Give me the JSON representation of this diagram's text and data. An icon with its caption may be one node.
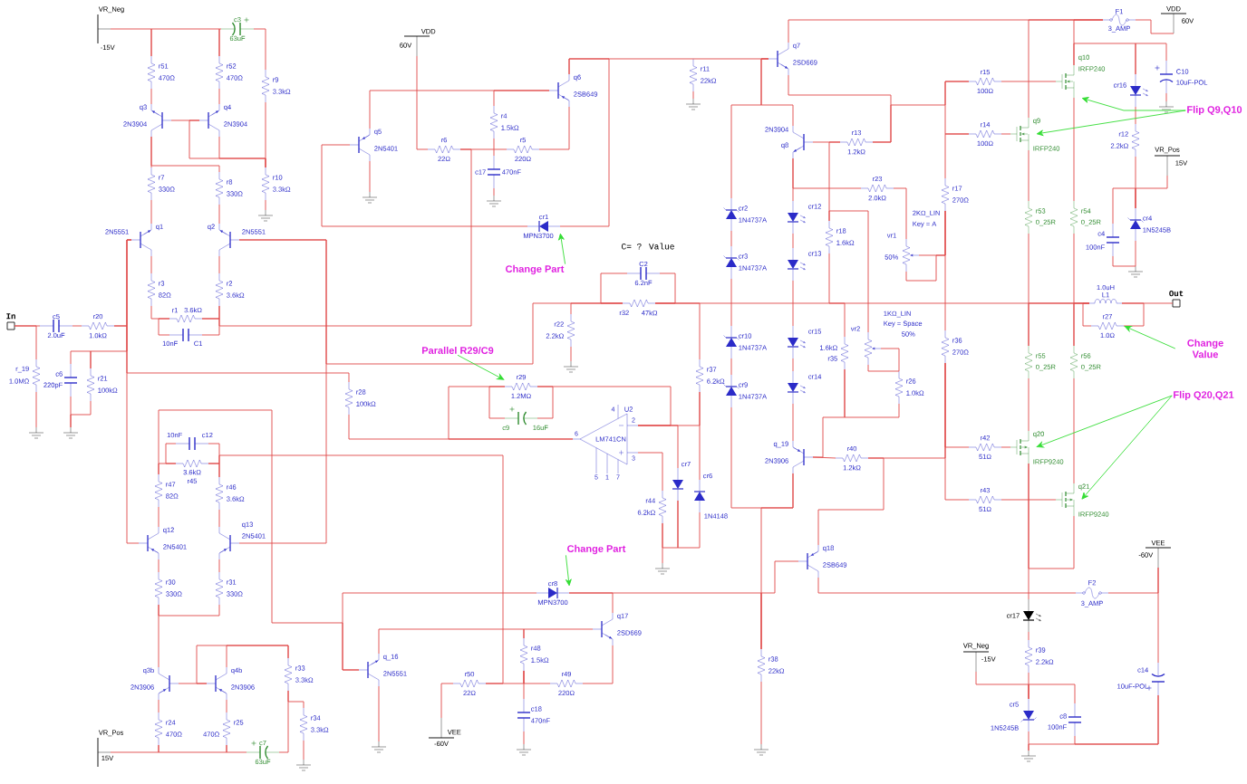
{
  "diagram": {
    "nodes": [
      {
        "text": [
          "VR_Neg",
          "-15V"
        ]
      },
      {
        "text": [
          "c3",
          "63uF"
        ]
      },
      {
        "text": [
          "r51",
          "470Ω"
        ]
      },
      {
        "text": [
          "r52",
          "470Ω"
        ]
      },
      {
        "text": [
          "r9",
          "3.3kΩ"
        ]
      },
      {
        "text": [
          "q3",
          "2N3904"
        ]
      },
      {
        "text": [
          "q4",
          "2N3904"
        ]
      },
      {
        "text": [
          "r7",
          "330Ω"
        ]
      },
      {
        "text": [
          "r8",
          "330Ω"
        ]
      },
      {
        "text": [
          "r10",
          "3.3kΩ"
        ]
      },
      {
        "text": [],
        "shape": "ground"
      },
      {
        "text": [
          "q1",
          "2N5551"
        ]
      },
      {
        "text": [
          "q2",
          "2N5551"
        ]
      },
      {
        "text": [
          "r3",
          "82Ω"
        ]
      },
      {
        "text": [
          "r2",
          "3.6kΩ"
        ]
      },
      {
        "text": [
          "r1",
          "3.6kΩ"
        ]
      },
      {
        "text": [
          "10nF",
          "C1"
        ]
      },
      {
        "text": [
          "In"
        ]
      },
      {
        "text": [
          "c5",
          "2.0uF"
        ]
      },
      {
        "text": [
          "r20",
          "1.0kΩ"
        ]
      },
      {
        "text": [
          "r_19",
          "1.0MΩ"
        ]
      },
      {
        "text": [
          "c6",
          "220pF"
        ]
      },
      {
        "text": [
          "r21",
          "100kΩ"
        ]
      },
      {
        "text": [],
        "shape": "ground"
      },
      {
        "text": [],
        "shape": "ground"
      },
      {
        "text": [
          "VDD",
          "60V"
        ]
      },
      {
        "text": [
          "q5",
          "2N5401"
        ]
      },
      {
        "text": [],
        "shape": "ground"
      },
      {
        "text": [
          "q6",
          "2SB649"
        ]
      },
      {
        "text": [
          "r6",
          "22Ω"
        ]
      },
      {
        "text": [
          "r4",
          "1.5kΩ"
        ]
      },
      {
        "text": [
          "r5",
          "220Ω"
        ]
      },
      {
        "text": [
          "c17",
          "470nF"
        ]
      },
      {
        "text": [],
        "shape": "ground"
      },
      {
        "text": [
          "cr1",
          "MPN3700"
        ]
      },
      {
        "text": [
          "Change Part"
        ]
      },
      {
        "text": [
          "r11",
          "22kΩ"
        ]
      },
      {
        "text": [],
        "shape": "ground"
      },
      {
        "text": [
          "q7",
          "2SD669"
        ]
      },
      {
        "text": [
          "C2",
          "6.2nF"
        ]
      },
      {
        "text": [
          "r32",
          "47kΩ"
        ]
      },
      {
        "text": [
          "r22",
          "2.2kΩ"
        ]
      },
      {
        "text": [],
        "shape": "ground"
      },
      {
        "text": [
          "r37",
          "6.2kΩ"
        ]
      },
      {
        "text": [
          "Parallel R29/C9"
        ]
      },
      {
        "text": [
          "r29",
          "1.2MΩ"
        ]
      },
      {
        "text": [
          "c9",
          "16uF"
        ]
      },
      {
        "text": [
          "U2",
          "LM741CN"
        ],
        "beside": [
          "4",
          "2",
          "6",
          "3",
          "5",
          "1",
          "7"
        ]
      },
      {
        "text": [
          "r44",
          "6.2kΩ"
        ]
      },
      {
        "text": [
          "cr7"
        ]
      },
      {
        "text": [
          "cr6",
          "1N4148"
        ]
      },
      {
        "text": [],
        "shape": "ground"
      },
      {
        "text": [
          "r28",
          "100kΩ"
        ]
      },
      {
        "text": [
          "10nF",
          "c12"
        ]
      },
      {
        "text": [
          "3.6kΩ",
          "r45"
        ]
      },
      {
        "text": [
          "r47",
          "82Ω"
        ]
      },
      {
        "text": [
          "r46",
          "3.6kΩ"
        ]
      },
      {
        "text": [
          "q12",
          "2N5401"
        ]
      },
      {
        "text": [
          "q13",
          "2N5401"
        ]
      },
      {
        "text": [
          "r30",
          "330Ω"
        ]
      },
      {
        "text": [
          "r31",
          "330Ω"
        ]
      },
      {
        "text": [
          "q3b",
          "2N3906"
        ]
      },
      {
        "text": [
          "q4b",
          "2N3906"
        ]
      },
      {
        "text": [
          "r24",
          "470Ω"
        ]
      },
      {
        "text": [
          "r25",
          "470Ω"
        ]
      },
      {
        "text": [
          "r33",
          "3.3kΩ"
        ]
      },
      {
        "text": [
          "r34",
          "3.3kΩ"
        ]
      },
      {
        "text": [],
        "shape": "ground"
      },
      {
        "text": [
          "c7",
          "63uF"
        ]
      },
      {
        "text": [
          "VR_Pos",
          "15V"
        ]
      },
      {
        "text": [
          "q_16",
          "2N5551"
        ]
      },
      {
        "text": [],
        "shape": "ground"
      },
      {
        "text": [
          "Change Part"
        ]
      },
      {
        "text": [
          "cr8",
          "MPN3700"
        ]
      },
      {
        "text": [
          "q17",
          "2SD669"
        ]
      },
      {
        "text": [
          "r48",
          "1.5kΩ"
        ]
      },
      {
        "text": [
          "r50",
          "22Ω"
        ]
      },
      {
        "text": [
          "r49",
          "220Ω"
        ]
      },
      {
        "text": [
          "c18",
          "470nF"
        ]
      },
      {
        "text": [],
        "shape": "ground"
      },
      {
        "text": [
          "VEE",
          "-60V"
        ]
      },
      {
        "text": [
          "r38",
          "22kΩ"
        ]
      },
      {
        "text": [],
        "shape": "ground"
      },
      {
        "text": [
          "2N3904",
          "q8"
        ]
      },
      {
        "text": [
          "cr2",
          "1N4737A"
        ]
      },
      {
        "text": [
          "cr3",
          "1N4737A"
        ]
      },
      {
        "text": [
          "cr10",
          "1N4737A"
        ]
      },
      {
        "text": [
          "cr9",
          "1N4737A"
        ]
      },
      {
        "text": [
          "cr12"
        ]
      },
      {
        "text": [
          "cr13"
        ]
      },
      {
        "text": [
          "cr15"
        ]
      },
      {
        "text": [
          "cr14"
        ]
      },
      {
        "text": [
          "r13",
          "1.2kΩ"
        ]
      },
      {
        "text": [
          "r23",
          "2.0kΩ"
        ]
      },
      {
        "text": [
          "r18",
          "1.6kΩ"
        ]
      },
      {
        "text": [
          "vr1",
          "50%",
          "2KΩ_LIN",
          "Key = A"
        ]
      },
      {
        "text": [
          "r17",
          "270Ω"
        ]
      },
      {
        "text": [
          "1.6kΩ",
          "r35"
        ]
      },
      {
        "text": [
          "vr2",
          "1KΩ_LIN",
          "Key = Space",
          "50%"
        ]
      },
      {
        "text": [
          "r26",
          "1.0kΩ"
        ]
      },
      {
        "text": [
          "r36",
          "270Ω"
        ]
      },
      {
        "text": [
          "q_19",
          "2N3906"
        ]
      },
      {
        "text": [
          "r40",
          "1.2kΩ"
        ]
      },
      {
        "text": [
          "q18",
          "2SB649"
        ]
      },
      {
        "text": [
          "F1",
          "3_AMP"
        ]
      },
      {
        "text": [
          "VDD",
          "60V"
        ]
      },
      {
        "text": [
          "r15",
          "100Ω"
        ]
      },
      {
        "text": [
          "q10",
          "IRFP240"
        ]
      },
      {
        "text": [
          "r14",
          "100Ω"
        ]
      },
      {
        "text": [
          "q9",
          "IRFP240"
        ]
      },
      {
        "text": [
          "cr16"
        ]
      },
      {
        "text": [
          "C10",
          "10uF-POL"
        ]
      },
      {
        "text": [],
        "shape": "ground"
      },
      {
        "text": [
          "Flip Q9,Q10"
        ]
      },
      {
        "text": [
          "r12",
          "2.2kΩ"
        ]
      },
      {
        "text": [
          "VR_Pos",
          "15V"
        ]
      },
      {
        "text": [
          "r53",
          "0_25R"
        ]
      },
      {
        "text": [
          "r54",
          "0_25R"
        ]
      },
      {
        "text": [
          "c4",
          "100nF"
        ]
      },
      {
        "text": [
          "cr4",
          "1N5245B"
        ]
      },
      {
        "text": [],
        "shape": "ground"
      },
      {
        "text": [
          "1.0uH",
          "L1"
        ]
      },
      {
        "text": [
          "r27",
          "1.0Ω"
        ]
      },
      {
        "text": [
          "Out"
        ]
      },
      {
        "text": [
          "Change Value"
        ]
      },
      {
        "text": [
          "r55",
          "0_25R"
        ]
      },
      {
        "text": [
          "r56",
          "0_25R"
        ]
      },
      {
        "text": [
          "Flip Q20,Q21"
        ]
      },
      {
        "text": [
          "r42",
          "51Ω"
        ]
      },
      {
        "text": [
          "q20",
          "IRFP9240"
        ]
      },
      {
        "text": [
          "r43",
          "51Ω"
        ]
      },
      {
        "text": [
          "q21",
          "IRFP9240"
        ]
      },
      {
        "text": [
          "VEE",
          "-60V"
        ]
      },
      {
        "text": [
          "F2",
          "3_AMP"
        ]
      },
      {
        "text": [
          "cr17"
        ]
      },
      {
        "text": [
          "VR_Neg",
          "-15V"
        ]
      },
      {
        "text": [
          "r39",
          "2.2kΩ"
        ]
      },
      {
        "text": [
          "cr5",
          "1N5245B"
        ]
      },
      {
        "text": [
          "c8",
          "100nF"
        ]
      },
      {
        "text": [
          "c14",
          "10uF-POL"
        ]
      },
      {
        "text": [],
        "shape": "ground"
      }
    ],
    "edges": [
      {
        "from": 0,
        "to": 2,
        "arrow": "none"
      },
      {
        "from": 2,
        "to": 3,
        "arrow": "none"
      },
      {
        "from": 3,
        "to": 1,
        "arrow": "none"
      },
      {
        "from": 1,
        "to": 4,
        "arrow": "none"
      },
      {
        "from": 4,
        "to": 9,
        "arrow": "none"
      },
      {
        "from": 9,
        "to": 10,
        "arrow": "none"
      },
      {
        "from": 2,
        "to": 5,
        "arrow": "none"
      },
      {
        "from": 3,
        "to": 6,
        "arrow": "none"
      },
      {
        "from": 5,
        "to": 6,
        "arrow": "none"
      },
      {
        "from": 6,
        "to": 9,
        "arrow": "none"
      },
      {
        "from": 6,
        "to": 9,
        "arrow": "none"
      },
      {
        "from": 5,
        "to": 7,
        "arrow": "none"
      },
      {
        "from": 5,
        "to": 8,
        "arrow": "none"
      },
      {
        "from": 7,
        "to": 11,
        "arrow": "none"
      },
      {
        "from": 8,
        "to": 12,
        "arrow": "none"
      },
      {
        "from": 11,
        "to": 13,
        "arrow": "none"
      },
      {
        "from": 12,
        "to": 14,
        "arrow": "none"
      },
      {
        "from": 13,
        "to": 15,
        "arrow": "none"
      },
      {
        "from": 14,
        "to": 15,
        "arrow": "none"
      },
      {
        "from": 15,
        "to": 16,
        "arrow": "none"
      },
      {
        "from": 15,
        "to": 16,
        "arrow": "none"
      },
      {
        "from": 17,
        "to": 18,
        "arrow": "none"
      },
      {
        "from": 18,
        "to": 19,
        "arrow": "none"
      },
      {
        "from": 19,
        "to": 11,
        "arrow": "none"
      },
      {
        "from": 17,
        "to": 20,
        "arrow": "none"
      },
      {
        "from": 20,
        "to": 23,
        "arrow": "none"
      },
      {
        "from": 21,
        "to": 24,
        "arrow": "none"
      },
      {
        "from": 22,
        "to": 24,
        "arrow": "none"
      },
      {
        "from": 21,
        "to": 22,
        "arrow": "none"
      },
      {
        "from": 22,
        "to": 11,
        "arrow": "none"
      },
      {
        "from": 19,
        "to": 57,
        "arrow": "none"
      },
      {
        "from": 25,
        "to": 29,
        "arrow": "none"
      },
      {
        "from": 14,
        "to": 29,
        "arrow": "none"
      },
      {
        "from": 29,
        "to": 31,
        "arrow": "none"
      },
      {
        "from": 30,
        "to": 32,
        "arrow": "none"
      },
      {
        "from": 32,
        "to": 33,
        "arrow": "none"
      },
      {
        "from": 30,
        "to": 28,
        "arrow": "none"
      },
      {
        "from": 26,
        "to": 28,
        "arrow": "none"
      },
      {
        "from": 26,
        "to": 27,
        "arrow": "none"
      },
      {
        "from": 31,
        "to": 28,
        "arrow": "none"
      },
      {
        "from": 28,
        "to": 36,
        "arrow": "none"
      },
      {
        "from": 36,
        "to": 38,
        "arrow": "none"
      },
      {
        "from": 36,
        "to": 37,
        "arrow": "none"
      },
      {
        "from": 28,
        "to": 34,
        "arrow": "none"
      },
      {
        "from": 34,
        "to": 26,
        "arrow": "none"
      },
      {
        "from": 12,
        "to": 58,
        "arrow": "none"
      },
      {
        "from": 40,
        "to": 12,
        "arrow": "none"
      },
      {
        "from": 40,
        "to": 41,
        "arrow": "none"
      },
      {
        "from": 39,
        "to": 40,
        "arrow": "none"
      },
      {
        "from": 39,
        "to": 40,
        "arrow": "none"
      },
      {
        "from": 40,
        "to": 121,
        "arrow": "none"
      },
      {
        "from": 40,
        "to": 43,
        "arrow": "none"
      },
      {
        "from": 41,
        "to": 42,
        "arrow": "none"
      },
      {
        "from": 43,
        "to": 47,
        "arrow": "none"
      },
      {
        "from": 47,
        "to": 45,
        "arrow": "none"
      },
      {
        "from": 45,
        "to": 47,
        "arrow": "none"
      },
      {
        "from": 46,
        "to": 45,
        "arrow": "none"
      },
      {
        "from": 46,
        "to": 45,
        "arrow": "none"
      },
      {
        "from": 47,
        "to": 52,
        "arrow": "none"
      },
      {
        "from": 52,
        "to": 11,
        "arrow": "none"
      },
      {
        "from": 47,
        "to": 48,
        "arrow": "none"
      },
      {
        "from": 48,
        "to": 51,
        "arrow": "none"
      },
      {
        "from": 47,
        "to": 49,
        "arrow": "none"
      },
      {
        "from": 49,
        "to": 48,
        "arrow": "none"
      },
      {
        "from": 50,
        "to": 43,
        "arrow": "none"
      },
      {
        "from": 50,
        "to": 49,
        "arrow": "none"
      },
      {
        "from": 54,
        "to": 55,
        "arrow": "none"
      },
      {
        "from": 54,
        "to": 56,
        "arrow": "none"
      },
      {
        "from": 53,
        "to": 54,
        "arrow": "none"
      },
      {
        "from": 53,
        "to": 54,
        "arrow": "none"
      },
      {
        "from": 55,
        "to": 57,
        "arrow": "none"
      },
      {
        "from": 56,
        "to": 58,
        "arrow": "none"
      },
      {
        "from": 56,
        "to": 76,
        "arrow": "none"
      },
      {
        "from": 55,
        "to": 70,
        "arrow": "none"
      },
      {
        "from": 73,
        "to": 70,
        "arrow": "none"
      },
      {
        "from": 57,
        "to": 59,
        "arrow": "none"
      },
      {
        "from": 58,
        "to": 60,
        "arrow": "none"
      },
      {
        "from": 59,
        "to": 61,
        "arrow": "none"
      },
      {
        "from": 60,
        "to": 59,
        "arrow": "none"
      },
      {
        "from": 69,
        "to": 63,
        "arrow": "none"
      },
      {
        "from": 63,
        "to": 64,
        "arrow": "none"
      },
      {
        "from": 64,
        "to": 68,
        "arrow": "none"
      },
      {
        "from": 68,
        "to": 65,
        "arrow": "none"
      },
      {
        "from": 65,
        "to": 66,
        "arrow": "none"
      },
      {
        "from": 66,
        "to": 67,
        "arrow": "none"
      },
      {
        "from": 61,
        "to": 63,
        "arrow": "none"
      },
      {
        "from": 62,
        "to": 64,
        "arrow": "none"
      },
      {
        "from": 61,
        "to": 62,
        "arrow": "none"
      },
      {
        "from": 62,
        "to": 65,
        "arrow": "none"
      },
      {
        "from": 62,
        "to": 65,
        "arrow": "none"
      },
      {
        "from": 70,
        "to": 71,
        "arrow": "none"
      },
      {
        "from": 70,
        "to": 75,
        "arrow": "none"
      },
      {
        "from": 75,
        "to": 74,
        "arrow": "none"
      },
      {
        "from": 75,
        "to": 78,
        "arrow": "none"
      },
      {
        "from": 78,
        "to": 79,
        "arrow": "none"
      },
      {
        "from": 75,
        "to": 77,
        "arrow": "none"
      },
      {
        "from": 77,
        "to": 74,
        "arrow": "none"
      },
      {
        "from": 76,
        "to": 75,
        "arrow": "none"
      },
      {
        "from": 76,
        "to": 80,
        "arrow": "none"
      },
      {
        "from": 74,
        "to": 73,
        "arrow": "none"
      },
      {
        "from": 73,
        "to": 81,
        "arrow": "none"
      },
      {
        "from": 81,
        "to": 82,
        "arrow": "none"
      },
      {
        "from": 81,
        "to": 103,
        "arrow": "none"
      },
      {
        "from": 103,
        "to": 133,
        "arrow": "none"
      },
      {
        "from": 103,
        "to": 102,
        "arrow": "none"
      },
      {
        "from": 101,
        "to": 102,
        "arrow": "none"
      },
      {
        "from": 101,
        "to": 81,
        "arrow": "none"
      },
      {
        "from": 87,
        "to": 101,
        "arrow": "none"
      },
      {
        "from": 102,
        "to": 100,
        "arrow": "none"
      },
      {
        "from": 100,
        "to": 128,
        "arrow": "none"
      },
      {
        "from": 100,
        "to": 130,
        "arrow": "none"
      },
      {
        "from": 128,
        "to": 129,
        "arrow": "none"
      },
      {
        "from": 130,
        "to": 131,
        "arrow": "none"
      },
      {
        "from": 125,
        "to": 129,
        "arrow": "none"
      },
      {
        "from": 126,
        "to": 131,
        "arrow": "none"
      },
      {
        "from": 129,
        "to": 131,
        "arrow": "none"
      },
      {
        "from": 129,
        "to": 134,
        "arrow": "none"
      },
      {
        "from": 125,
        "to": 121,
        "arrow": "none"
      },
      {
        "from": 126,
        "to": 121,
        "arrow": "none"
      },
      {
        "from": 116,
        "to": 125,
        "arrow": "none"
      },
      {
        "from": 117,
        "to": 126,
        "arrow": "none"
      },
      {
        "from": 108,
        "to": 109,
        "arrow": "none"
      },
      {
        "from": 109,
        "to": 116,
        "arrow": "none"
      },
      {
        "from": 106,
        "to": 107,
        "arrow": "none"
      },
      {
        "from": 109,
        "to": 104,
        "arrow": "none"
      },
      {
        "from": 107,
        "to": 104,
        "arrow": "none"
      },
      {
        "from": 104,
        "to": 105,
        "arrow": "none"
      },
      {
        "from": 107,
        "to": 117,
        "arrow": "none"
      },
      {
        "from": 38,
        "to": 104,
        "arrow": "none"
      },
      {
        "from": 107,
        "to": 110,
        "arrow": "none"
      },
      {
        "from": 110,
        "to": 111,
        "arrow": "none"
      },
      {
        "from": 111,
        "to": 112,
        "arrow": "none"
      },
      {
        "from": 110,
        "to": 114,
        "arrow": "none"
      },
      {
        "from": 114,
        "to": 119,
        "arrow": "none"
      },
      {
        "from": 115,
        "to": 119,
        "arrow": "none"
      },
      {
        "from": 118,
        "to": 119,
        "arrow": "none"
      },
      {
        "from": 118,
        "to": 120,
        "arrow": "none"
      },
      {
        "from": 119,
        "to": 120,
        "arrow": "none"
      },
      {
        "from": 121,
        "to": 123,
        "arrow": "none"
      },
      {
        "from": 122,
        "to": 121,
        "arrow": "none"
      },
      {
        "from": 122,
        "to": 121,
        "arrow": "none"
      },
      {
        "from": 133,
        "to": 132,
        "arrow": "none"
      },
      {
        "from": 139,
        "to": 132,
        "arrow": "none"
      },
      {
        "from": 139,
        "to": 140,
        "arrow": "none"
      },
      {
        "from": 138,
        "to": 139,
        "arrow": "none"
      },
      {
        "from": 134,
        "to": 136,
        "arrow": "none"
      },
      {
        "from": 136,
        "to": 137,
        "arrow": "none"
      },
      {
        "from": 135,
        "to": 137,
        "arrow": "none"
      },
      {
        "from": 138,
        "to": 137,
        "arrow": "none"
      },
      {
        "from": 137,
        "to": 140,
        "arrow": "none"
      },
      {
        "from": 38,
        "to": 84,
        "arrow": "none"
      },
      {
        "from": 38,
        "to": 83,
        "arrow": "none"
      },
      {
        "from": 38,
        "to": 92,
        "arrow": "none"
      },
      {
        "from": 83,
        "to": 92,
        "arrow": "none"
      },
      {
        "from": 92,
        "to": 106,
        "arrow": "none"
      },
      {
        "from": 108,
        "to": 106,
        "arrow": "none"
      },
      {
        "from": 96,
        "to": 108,
        "arrow": "none"
      },
      {
        "from": 83,
        "to": 88,
        "arrow": "none"
      },
      {
        "from": 88,
        "to": 89,
        "arrow": "none"
      },
      {
        "from": 89,
        "to": 90,
        "arrow": "none"
      },
      {
        "from": 90,
        "to": 91,
        "arrow": "none"
      },
      {
        "from": 84,
        "to": 85,
        "arrow": "none"
      },
      {
        "from": 85,
        "to": 86,
        "arrow": "none"
      },
      {
        "from": 86,
        "to": 87,
        "arrow": "none"
      },
      {
        "from": 91,
        "to": 101,
        "arrow": "none"
      },
      {
        "from": 83,
        "to": 93,
        "arrow": "none"
      },
      {
        "from": 92,
        "to": 94,
        "arrow": "none"
      },
      {
        "from": 94,
        "to": 97,
        "arrow": "none"
      },
      {
        "from": 93,
        "to": 95,
        "arrow": "none"
      },
      {
        "from": 95,
        "to": 96,
        "arrow": "none"
      },
      {
        "from": 95,
        "to": 96,
        "arrow": "none"
      },
      {
        "from": 96,
        "to": 100,
        "arrow": "none"
      },
      {
        "from": 98,
        "to": 94,
        "arrow": "none"
      },
      {
        "from": 98,
        "to": 99,
        "arrow": "none"
      },
      {
        "from": 98,
        "to": 99,
        "arrow": "none"
      },
      {
        "from": 97,
        "to": 99,
        "arrow": "none"
      },
      {
        "from": 97,
        "to": 101,
        "arrow": "none"
      },
      {
        "from": 35,
        "to": 34,
        "arrow": "to",
        "color": "#33dd33"
      },
      {
        "from": 72,
        "to": 73,
        "arrow": "to",
        "color": "#33dd33"
      },
      {
        "from": 44,
        "to": 45,
        "arrow": "to",
        "color": "#33dd33"
      },
      {
        "from": 113,
        "to": 107,
        "arrow": "to",
        "color": "#33dd33"
      },
      {
        "from": 113,
        "to": 109,
        "arrow": "to",
        "color": "#33dd33"
      },
      {
        "from": 124,
        "to": 122,
        "arrow": "to",
        "color": "#33dd33"
      },
      {
        "from": 127,
        "to": 129,
        "arrow": "to",
        "color": "#33dd33"
      },
      {
        "from": 127,
        "to": 131,
        "arrow": "to",
        "color": "#33dd33"
      }
    ],
    "labels": [
      "C= ? Value"
    ]
  }
}
